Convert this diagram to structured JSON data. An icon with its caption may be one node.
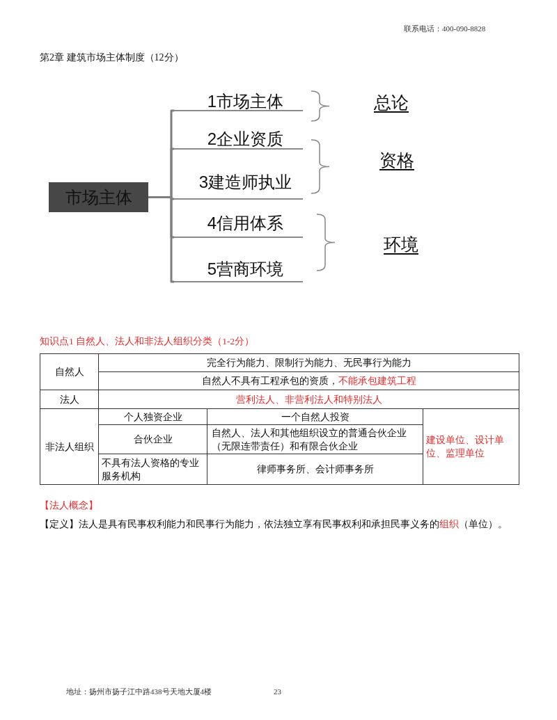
{
  "diagram": {
    "title": "第2章 建筑市场主体制度（12分）",
    "nodes": [
      {
        "text": [
          "市场主体"
        ]
      },
      {
        "text": [
          "1市场主体"
        ]
      },
      {
        "text": [
          "2企业资质"
        ]
      },
      {
        "text": [
          "3建造师执业"
        ]
      },
      {
        "text": [
          "4信用体系"
        ]
      },
      {
        "text": [
          "5营商环境"
        ]
      }
    ],
    "edges": [
      {
        "from": 0,
        "to": 1,
        "arrow": "none"
      },
      {
        "from": 0,
        "to": 2,
        "arrow": "none"
      },
      {
        "from": 0,
        "to": 3,
        "arrow": "none"
      },
      {
        "from": 0,
        "to": 4,
        "arrow": "none"
      },
      {
        "from": 0,
        "to": 5,
        "arrow": "none"
      }
    ],
    "labels": [
      "联系电话：400-090-8828",
      "总论",
      "资格",
      "环境",
      "知识点1 自然人、法人和非法人组织分类（1-2分）",
      "自然人",
      "完全行为能力、限制行为能力、无民事行为能力",
      "自然人不具有工程承包的资质，**不能承包建筑工程**",
      "法人",
      "营利法人、非营利法人和特别法人",
      "非法人组织",
      "个人独资企业",
      "一个自然人投资",
      "建设单位、设计单位、监理单位",
      "合伙企业",
      "自然人、法人和其他组织设立的普通合伙企业（无限连带责任）和有限合伙企业",
      "不具有法人资格的专业服务机构",
      "律师事务所、会计师事务所",
      "【法人概念】",
      "【定义】法人是具有民事权利能力和民事行为能力，依法独立享有民事权利和承担民事义务的**组织**（单位）。",
      "地址：扬州市扬子江中路438号天地大厦4楼",
      "23"
    ]
  }
}
